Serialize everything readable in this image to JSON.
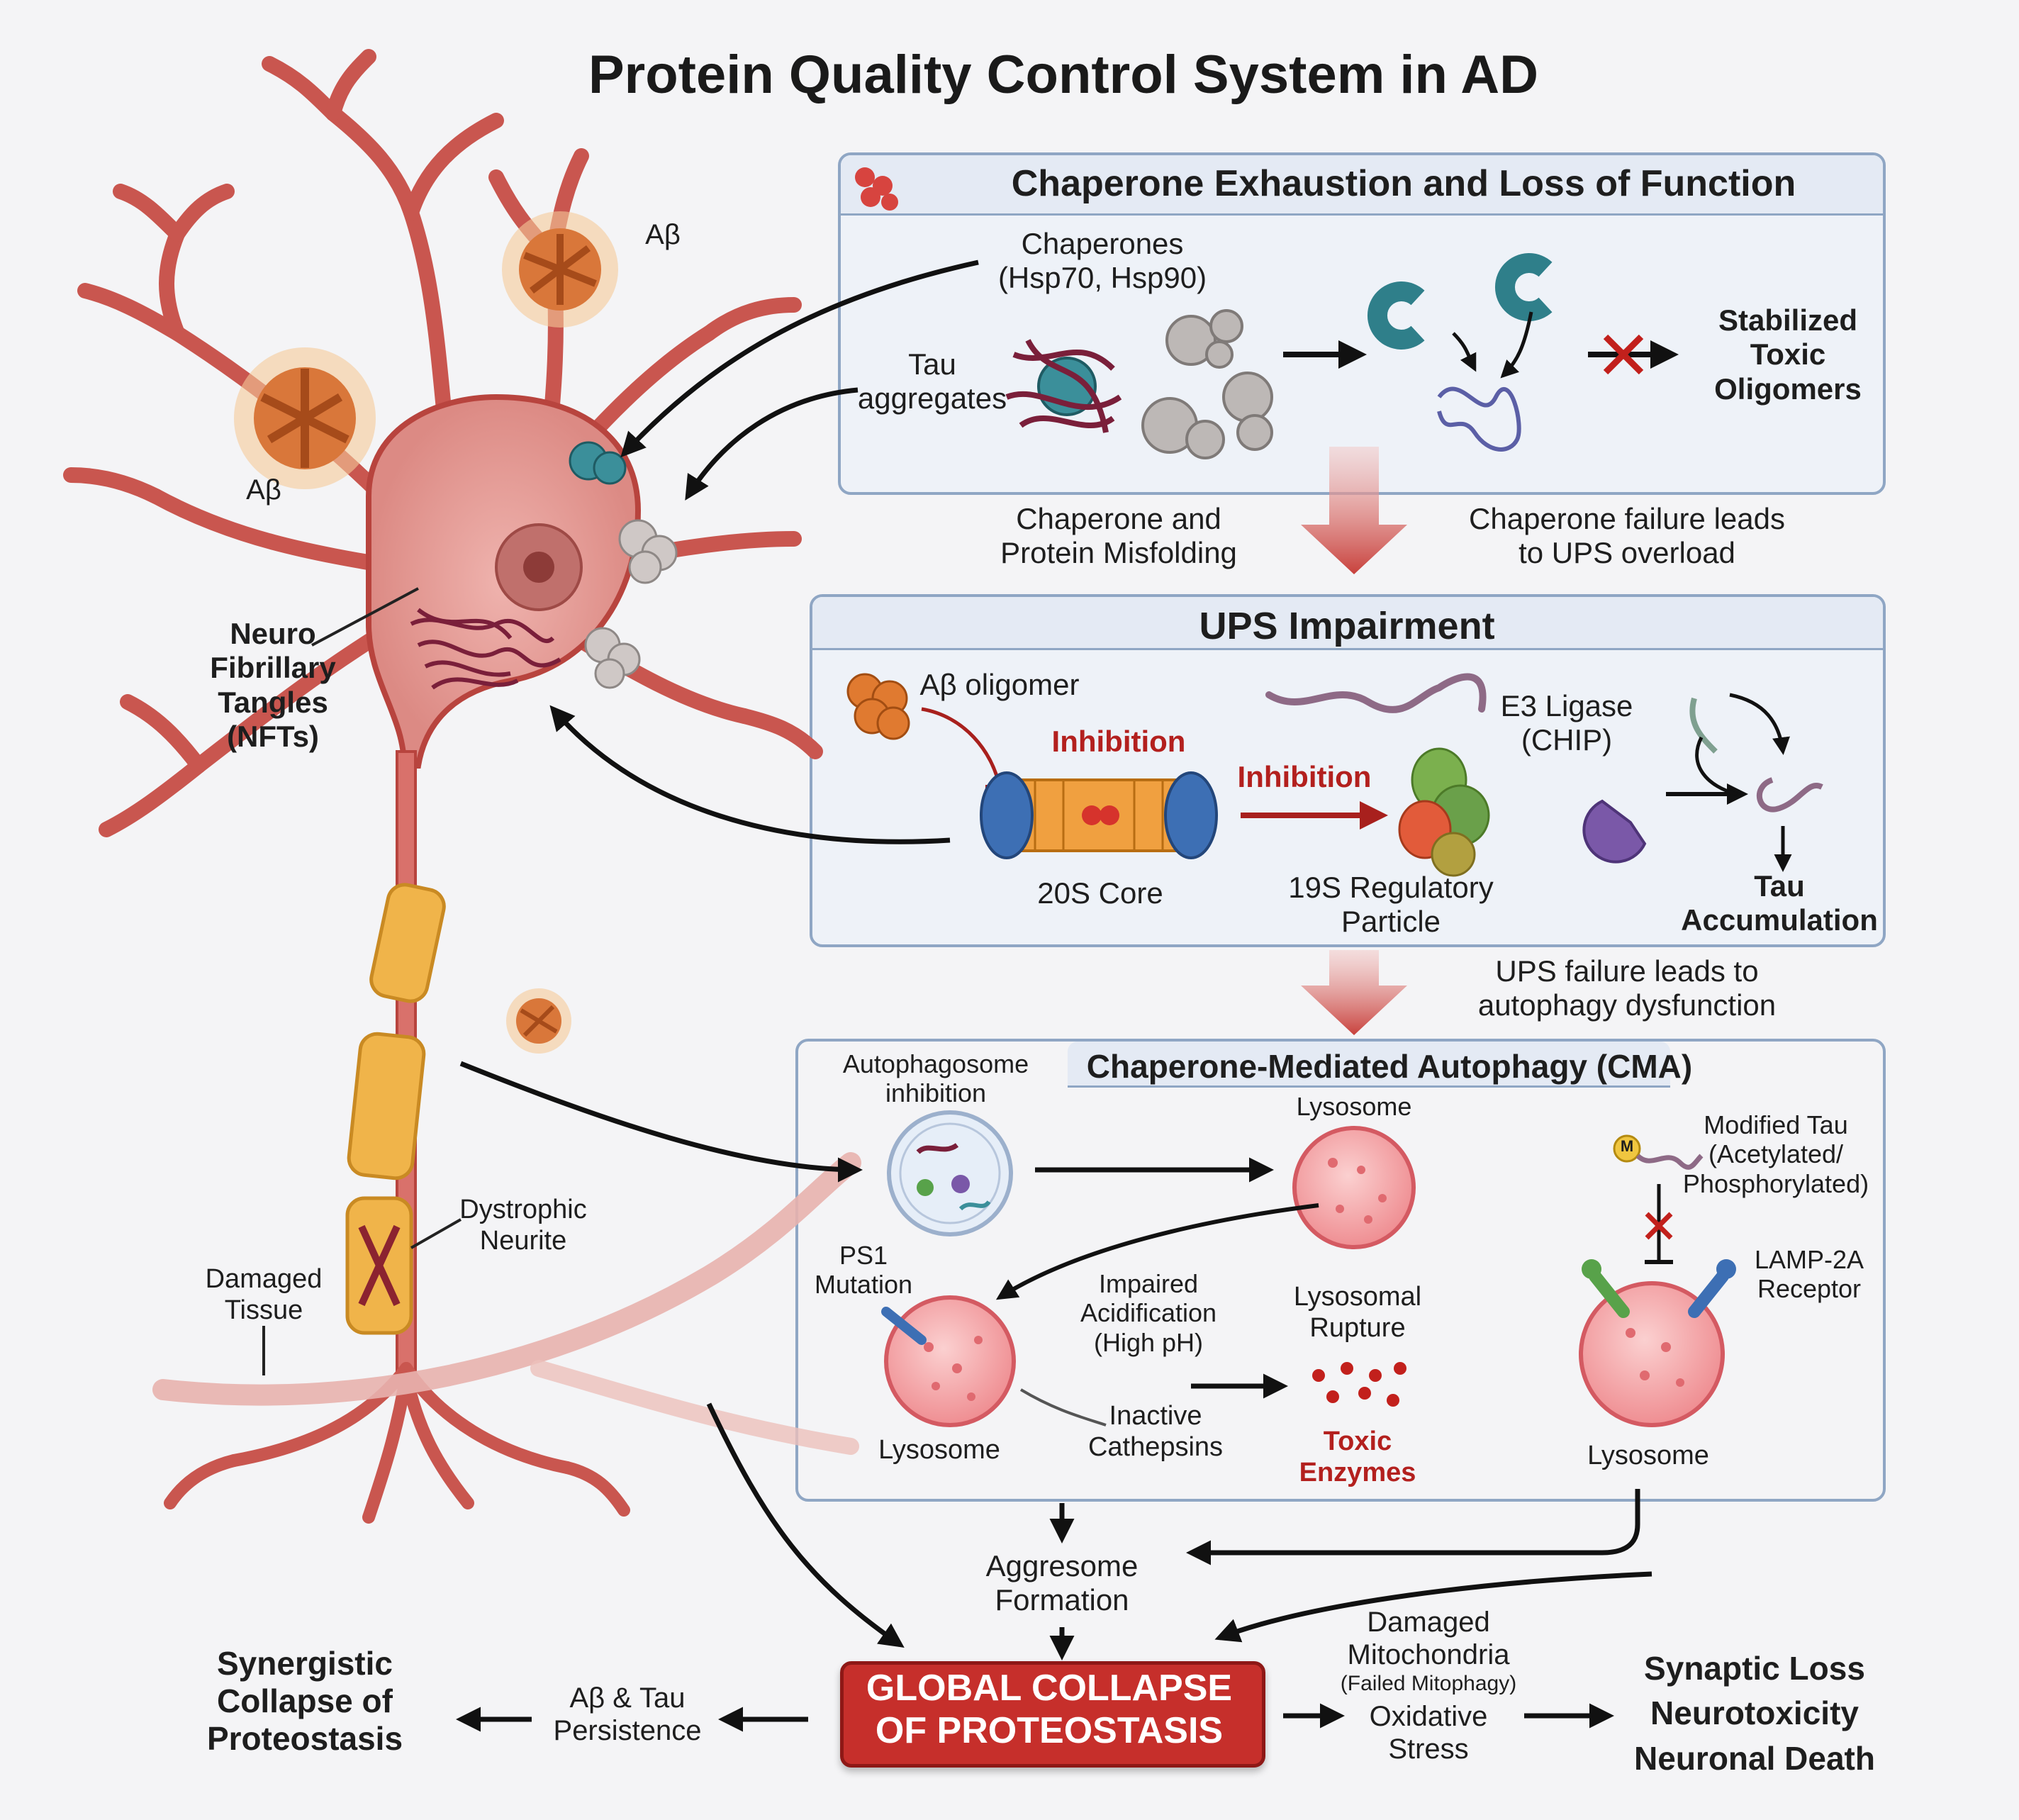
{
  "title": "Protein Quality Control System in AD",
  "neuron": {
    "abeta_label_1": "Aβ",
    "abeta_label_2": "Aβ",
    "nft_label": "Neuro\nFibrillary\nTangles\n(NFTs)",
    "dystrophic_label": "Dystrophic\nNeurite",
    "damaged_tissue_label": "Damaged\nTissue"
  },
  "chaperone_panel": {
    "heading": "Chaperone Exhaustion and Loss of Function",
    "chaperones_label": "Chaperones\n(Hsp70, Hsp90)",
    "tau_aggregates_label": "Tau\naggregates",
    "stabilized_label": "Stabilized\nToxic\nOligomers"
  },
  "between_1": {
    "left_caption": "Chaperone and\nProtein Misfolding",
    "right_caption": "Chaperone failure leads\nto UPS overload"
  },
  "ups_panel": {
    "heading": "UPS Impairment",
    "abeta_oligomer_label": "Aβ oligomer",
    "inhibition_label_1": "Inhibition",
    "inhibition_label_2": "Inhibition",
    "core_label": "20S Core",
    "regulatory_label": "19S Regulatory\nParticle",
    "e3_label": "E3 Ligase\n(CHIP)",
    "tau_accumulation_label": "Tau\nAccumulation"
  },
  "between_2": {
    "right_caption": "UPS failure leads to\nautophagy dysfunction"
  },
  "cma_panel": {
    "heading": "Chaperone-Mediated Autophagy (CMA)",
    "autophagosome_label": "Autophagosome\ninhibition",
    "lysosome_top_label": "Lysosome",
    "modified_tau_label": "Modified Tau\n(Acetylated/\nPhosphorylated)",
    "m_badge": "M",
    "ps1_label": "PS1\nMutation",
    "impaired_label": "Impaired\nAcidification\n(High pH)",
    "rupture_label": "Lysosomal\nRupture",
    "lamp_label": "LAMP-2A\nReceptor",
    "lysosome_left_label": "Lysosome",
    "inactive_label": "Inactive\nCathepsins",
    "toxic_label": "Toxic\nEnzymes",
    "lysosome_right_label": "Lysosome"
  },
  "bottom": {
    "aggresome_label": "Aggresome\nFormation",
    "collapse_label": "GLOBAL COLLAPSE\nOF PROTEOSTASIS",
    "persistence_label": "Aβ & Tau\nPersistence",
    "synergistic_label": "Synergistic\nCollapse of\nProteostasis",
    "mito_label": "Damaged\nMitochondria",
    "mitophagy_label": "(Failed Mitophagy)",
    "oxidative_label": "Oxidative\nStress",
    "outcome_label": "Synaptic Loss\nNeurotoxicity\nNeuronal Death"
  },
  "colors": {
    "neuron_fill": "#e8a4a0",
    "neuron_stroke": "#b8443e",
    "panel_bg": "#eef2f8",
    "panel_border": "#8fa6c4",
    "chaperone_teal": "#3b8f9a",
    "collapse_red": "#c62f2b",
    "inhibition_red": "#b3201e",
    "lysosome_pink": "#f2a6a8",
    "myelin_orange": "#f0b44a"
  },
  "icons": [
    "abeta-plaque-icon",
    "chaperone-icon",
    "tau-aggregate-icon",
    "proteasome-icon",
    "e3-ligase-icon",
    "lysosome-icon",
    "autophagosome-icon",
    "lamp2a-receptor-icon"
  ]
}
